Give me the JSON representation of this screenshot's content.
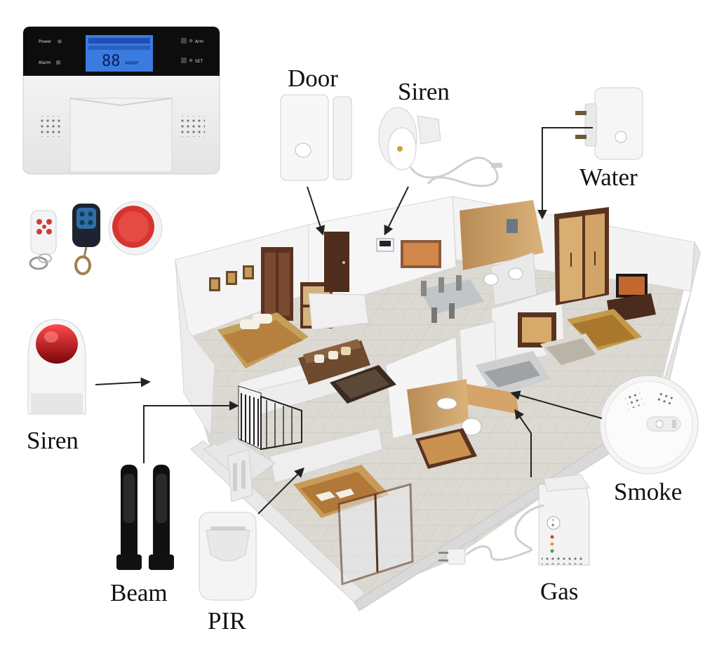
{
  "labels": {
    "door": "Door",
    "siren_top": "Siren",
    "water": "Water",
    "siren_left": "Siren",
    "smoke": "Smoke",
    "beam": "Beam",
    "pir": "PIR",
    "gas": "Gas"
  },
  "panel": {
    "lcd_digits": "88",
    "power": "Power",
    "alarm": "Alarm",
    "set": "SET"
  },
  "colors": {
    "lcd": "#3a7be0",
    "siren_red": "#c0141a",
    "sos_red": "#d8342f",
    "wood": "#c9a06a",
    "wall": "#f2f2f2",
    "floor": "#d8d5cf",
    "arrow": "#222222"
  }
}
